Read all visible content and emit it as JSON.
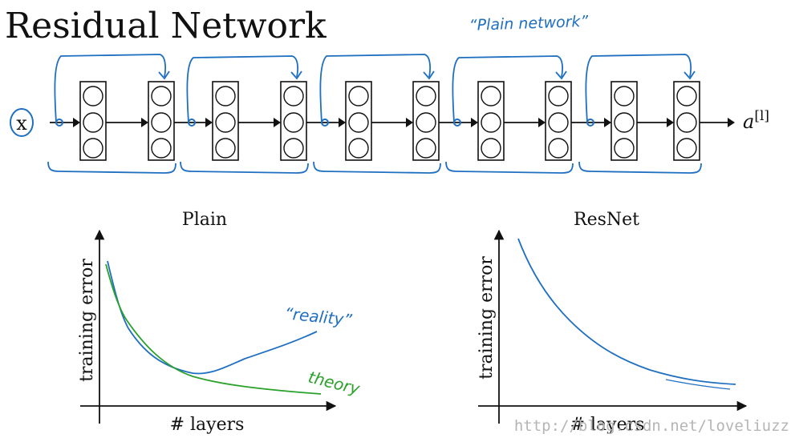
{
  "title": "Residual Network",
  "plain_network_note": "“Plain network”",
  "input_label": "x",
  "output_label": "a",
  "output_superscript": "[l]",
  "colors": {
    "ink": "#111111",
    "annotation_blue": "#1f6fc1",
    "theory_green": "#2aa12a",
    "watermark": "#b5b5b5"
  },
  "network": {
    "residual_blocks": 5,
    "layers_per_block": 2,
    "units_per_layer": 3
  },
  "charts": {
    "plain": {
      "title": "Plain",
      "xlabel": "# layers",
      "ylabel": "training error",
      "reality_label": "“reality”",
      "theory_label": "theory"
    },
    "resnet": {
      "title": "ResNet",
      "xlabel": "# layers",
      "ylabel": "training error"
    }
  },
  "watermark": "http://blog.csdn.net/loveliuzz"
}
